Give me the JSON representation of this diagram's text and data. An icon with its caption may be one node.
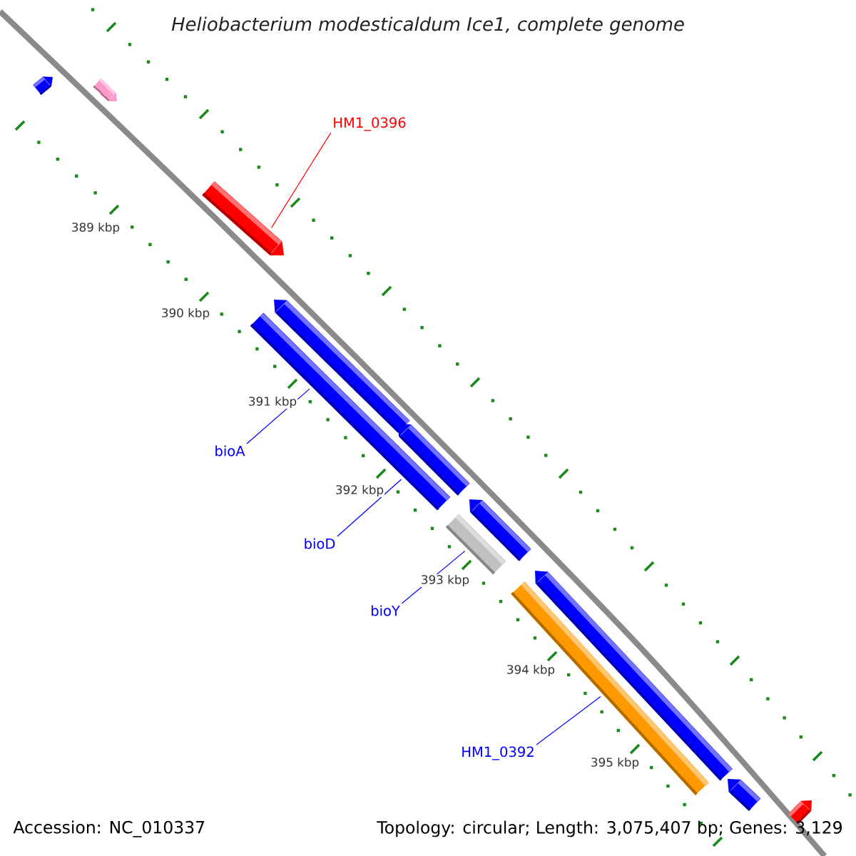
{
  "diagram": {
    "title": "Heliobacterium modesticaldum Ice1, complete genome",
    "nodes": [
      {
        "text": [],
        "shape": "arrow"
      },
      {
        "text": [],
        "shape": "arrow"
      },
      {
        "text": [],
        "shape": "arrow"
      },
      {
        "text": [
          "HM1_0396"
        ]
      },
      {
        "text": [],
        "shape": "arrow"
      },
      {
        "text": [],
        "shape": "arrow"
      },
      {
        "text": [],
        "shape": "bar"
      },
      {
        "text": [],
        "shape": "arrow"
      },
      {
        "text": [
          "bioA"
        ]
      },
      {
        "text": [
          "bioD"
        ]
      },
      {
        "text": [],
        "shape": "arrow"
      },
      {
        "text": [],
        "shape": "bar"
      },
      {
        "text": [
          "bioY"
        ]
      },
      {
        "text": [],
        "shape": "arrow"
      },
      {
        "text": [],
        "shape": "bar"
      },
      {
        "text": [
          "HM1_0392"
        ]
      },
      {
        "text": [],
        "shape": "arrow"
      },
      {
        "text": [],
        "shape": "arrow"
      }
    ],
    "edges": [
      {
        "from": 3,
        "to": 4,
        "arrow": "none",
        "color": "#ff0000"
      },
      {
        "from": 8,
        "to": 6,
        "arrow": "none"
      },
      {
        "from": 9,
        "to": 6,
        "arrow": "none"
      },
      {
        "from": 12,
        "to": 11,
        "arrow": "none"
      },
      {
        "from": 15,
        "to": 14,
        "arrow": "none"
      }
    ],
    "labels": [
      "389 kbp",
      "390 kbp",
      "391 kbp",
      "392 kbp",
      "393 kbp",
      "394 kbp",
      "395 kbp",
      "Accession: NC_010337",
      "Topology: circular; Length: 3,075,407 bp; Genes: 3,129"
    ]
  }
}
